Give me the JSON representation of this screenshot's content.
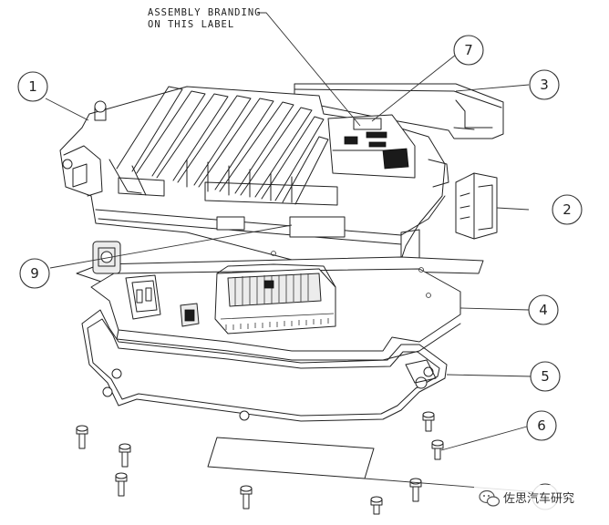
{
  "note": {
    "line1": "ASSEMBLY BRANDING",
    "line2": "ON THIS LABEL"
  },
  "callouts": [
    "1",
    "2",
    "3",
    "4",
    "5",
    "6",
    "7",
    "9"
  ],
  "watermark": {
    "text": "佐思汽车研究",
    "icon": "wechat-icon"
  }
}
